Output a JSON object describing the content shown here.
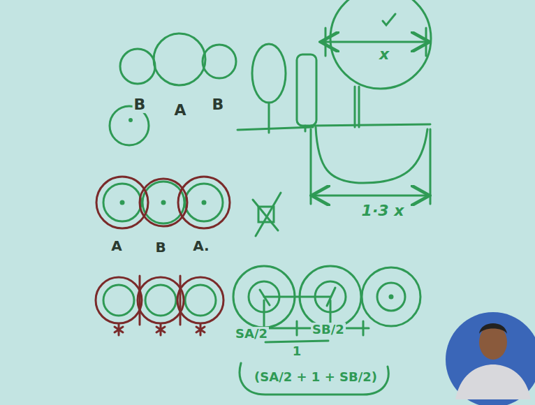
{
  "diagram": {
    "labels": [
      "B",
      "A",
      "B",
      "x",
      "1·3 x",
      "A",
      "B",
      "A.",
      "SA/2",
      "SB/2",
      "1",
      "(SA/2 + 1 + SB/2)"
    ]
  }
}
